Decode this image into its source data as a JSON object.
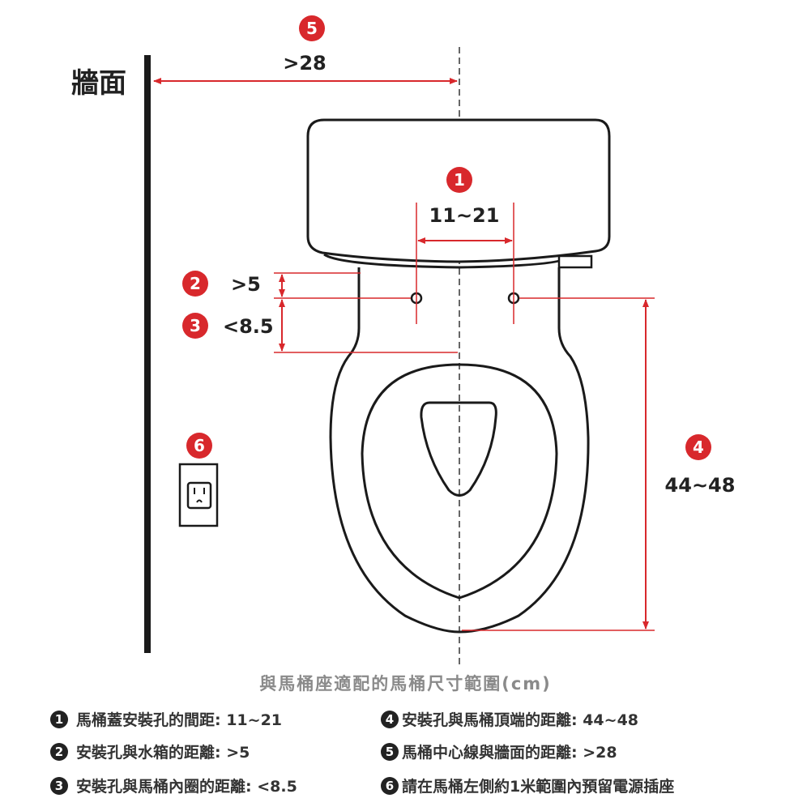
{
  "wall_label": "牆面",
  "markers": {
    "m1": {
      "num": "1",
      "value": "11~21"
    },
    "m2": {
      "num": "2",
      "value": ">5"
    },
    "m3": {
      "num": "3",
      "value": "<8.5"
    },
    "m4": {
      "num": "4",
      "value": "44~48"
    },
    "m5": {
      "num": "5",
      "value": ">28"
    },
    "m6": {
      "num": "6"
    }
  },
  "caption": "與馬桶座適配的馬桶尺寸範圍(cm)",
  "legend": [
    {
      "num": "1",
      "text": "馬桶蓋安裝孔的間距: 11~21"
    },
    {
      "num": "2",
      "text": "安裝孔與水箱的距離: >5"
    },
    {
      "num": "3",
      "text": "安裝孔與馬桶內圈的距離: <8.5"
    },
    {
      "num": "4",
      "text": "安裝孔與馬桶頂端的距離: 44~48"
    },
    {
      "num": "5",
      "text": "馬桶中心線與牆面的距離: >28"
    },
    {
      "num": "6",
      "text": "請在馬桶左側約1米範圍內預留電源插座"
    }
  ],
  "colors": {
    "accent": "#d8282c",
    "line": "#1a1a1a",
    "caption": "#8a8a8a"
  }
}
